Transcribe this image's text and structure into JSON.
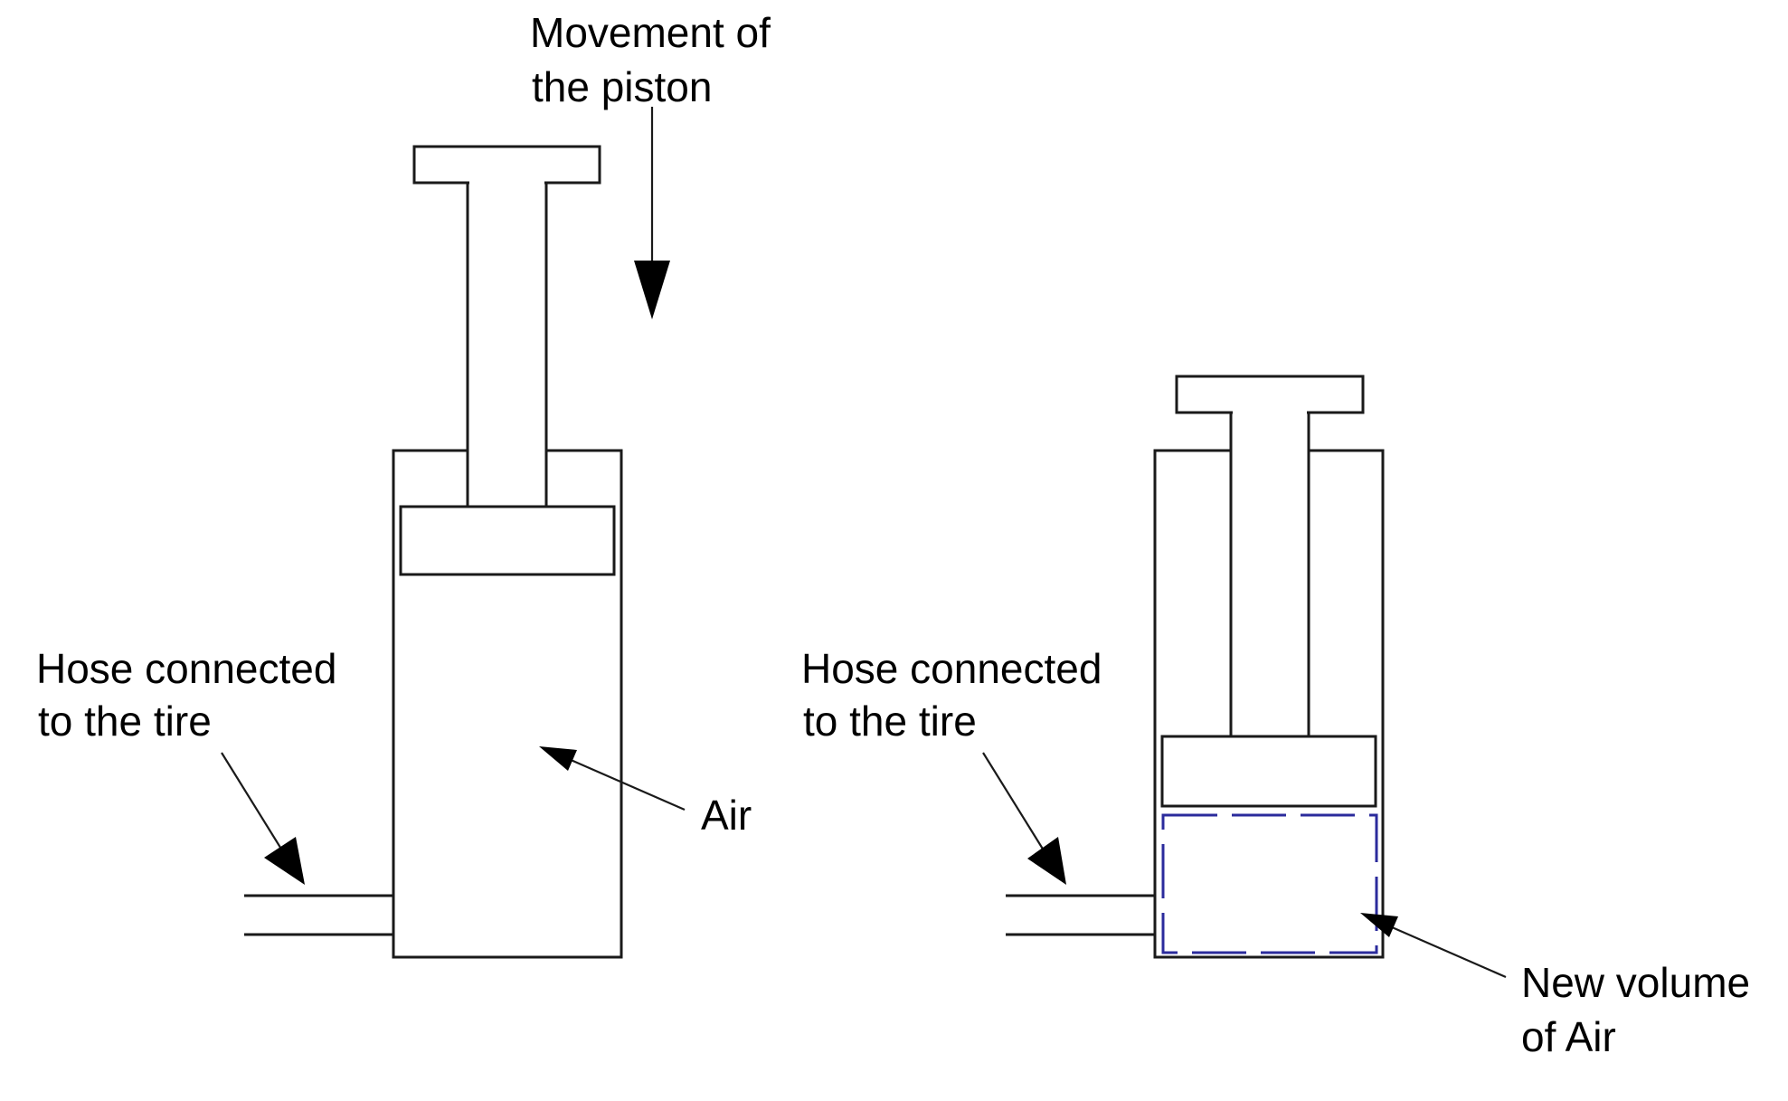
{
  "diagram": {
    "title": "Piston pump compressing air into a tire",
    "colors": {
      "line": "#1a1a1a",
      "new_volume_outline": "#2b2b9c",
      "background": "#ffffff"
    },
    "left_pump": {
      "state": "initial",
      "labels": {
        "movement": [
          "Movement of",
          "the piston"
        ],
        "hose": [
          "Hose connected",
          "to the tire"
        ],
        "air": "Air"
      }
    },
    "right_pump": {
      "state": "compressed",
      "labels": {
        "hose": [
          "Hose connected",
          "to the tire"
        ],
        "new_volume": [
          "New volume",
          "of Air"
        ]
      }
    },
    "icons": {
      "movement_arrow": "arrow-down-icon",
      "hose_arrow": "arrow-pointer-icon",
      "air_arrow": "arrow-pointer-icon"
    }
  }
}
